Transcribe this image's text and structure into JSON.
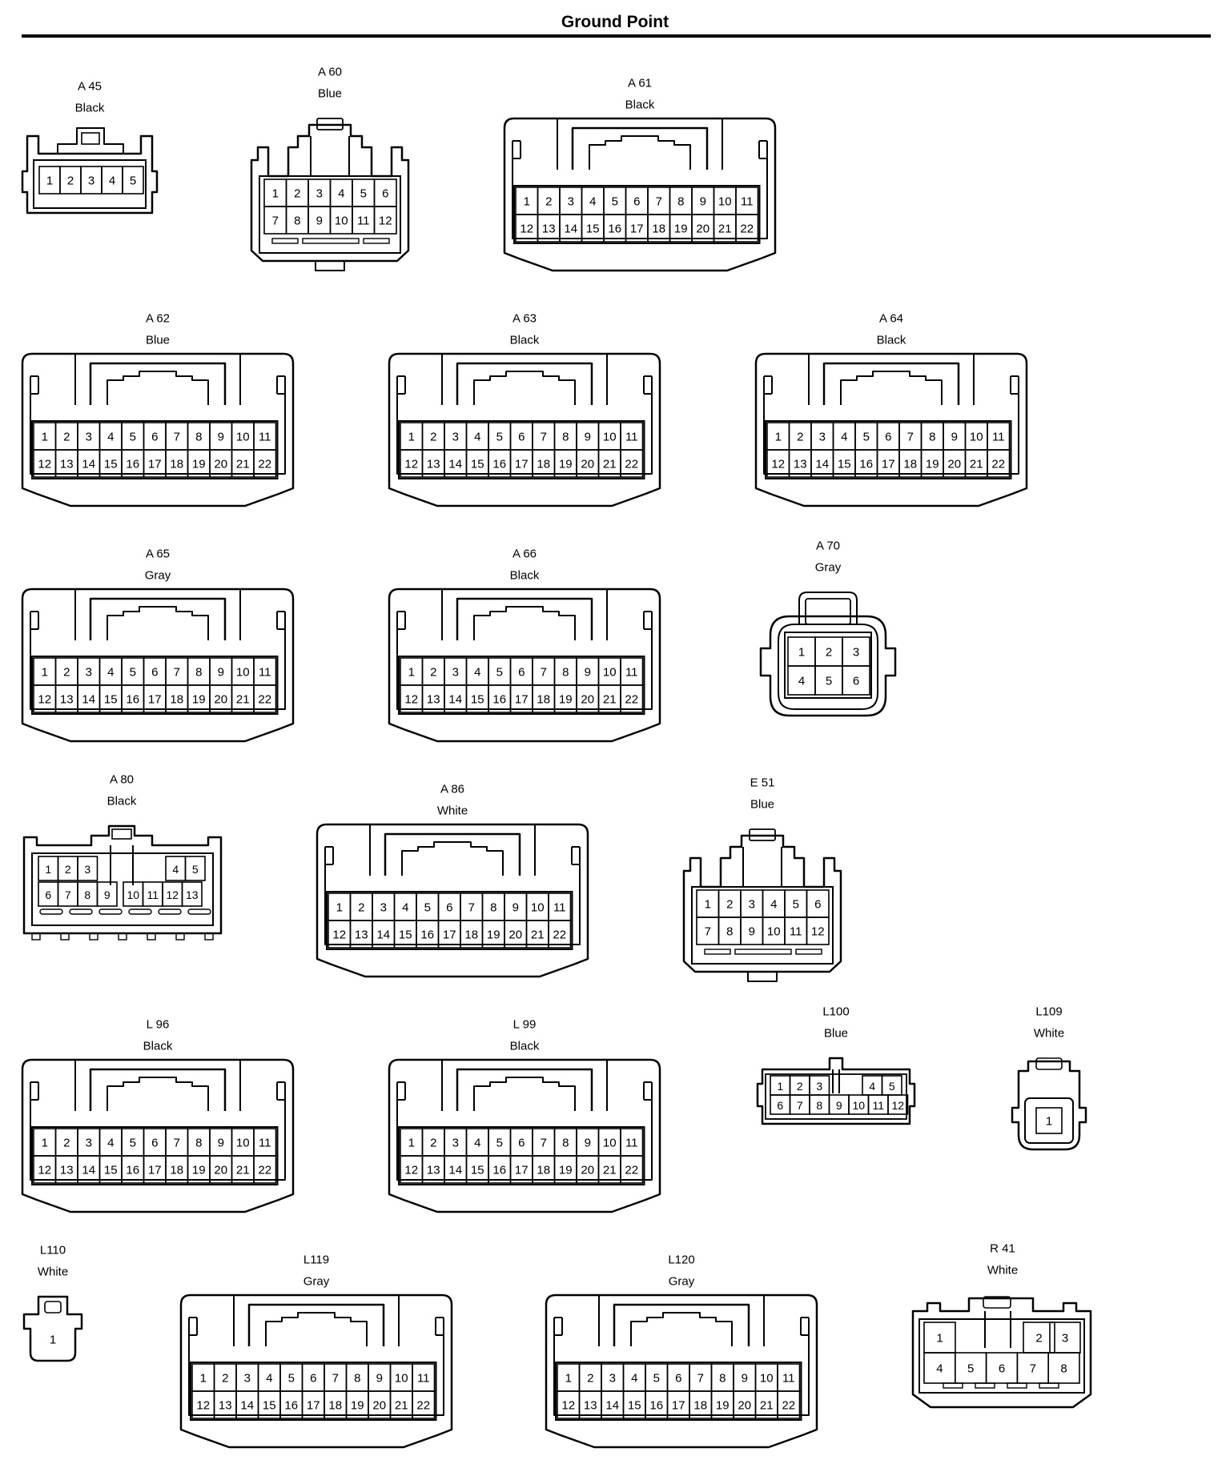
{
  "title": "Ground Point",
  "connectors": [
    {
      "id": "A 45",
      "color": "Black",
      "type": "small5"
    },
    {
      "id": "A 60",
      "color": "Blue",
      "type": "12pin"
    },
    {
      "id": "A 61",
      "color": "Black",
      "type": "22pin"
    },
    {
      "id": "A 62",
      "color": "Blue",
      "type": "22pin"
    },
    {
      "id": "A 63",
      "color": "Black",
      "type": "22pin"
    },
    {
      "id": "A 64",
      "color": "Black",
      "type": "22pin"
    },
    {
      "id": "A 65",
      "color": "Gray",
      "type": "22pin"
    },
    {
      "id": "A 66",
      "color": "Black",
      "type": "22pin"
    },
    {
      "id": "A 70",
      "color": "Gray",
      "type": "6pin"
    },
    {
      "id": "A 80",
      "color": "Black",
      "type": "13pin"
    },
    {
      "id": "A 86",
      "color": "White",
      "type": "22pin"
    },
    {
      "id": "E 51",
      "color": "Blue",
      "type": "12pin"
    },
    {
      "id": "L 96",
      "color": "Black",
      "type": "22pin"
    },
    {
      "id": "L 99",
      "color": "Black",
      "type": "22pin"
    },
    {
      "id": "L100",
      "color": "Blue",
      "type": "12pinsmall"
    },
    {
      "id": "L109",
      "color": "White",
      "type": "1pin"
    },
    {
      "id": "L110",
      "color": "White",
      "type": "1pinsmall"
    },
    {
      "id": "L119",
      "color": "Gray",
      "type": "22pin"
    },
    {
      "id": "L120",
      "color": "Gray",
      "type": "22pin"
    },
    {
      "id": "R 41",
      "color": "White",
      "type": "8pin"
    }
  ]
}
